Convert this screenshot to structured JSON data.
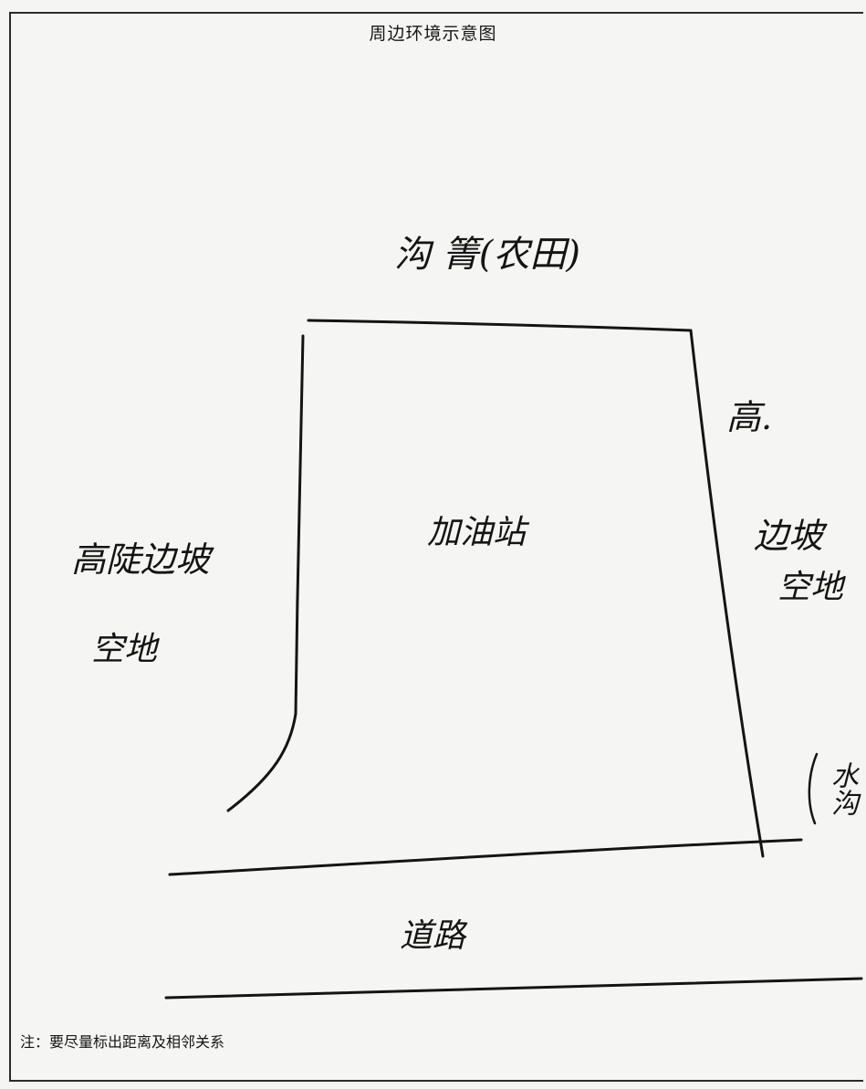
{
  "header": {
    "title": "周边环境示意图"
  },
  "footer": {
    "note": "注：要尽量标出距离及相邻关系"
  },
  "sketch": {
    "north_label": "沟 箐(农田)",
    "east_label_1": "高.",
    "east_label_2": "边坡",
    "east_label_3": "空地",
    "west_label_1": "高陡边坡",
    "west_label_2": "空地",
    "center_label": "加油站",
    "south_label": "道路",
    "southeast_label": "水沟"
  },
  "colors": {
    "ink": "#141414",
    "paper": "#f5f5f3",
    "frame": "#2b2b2b"
  }
}
